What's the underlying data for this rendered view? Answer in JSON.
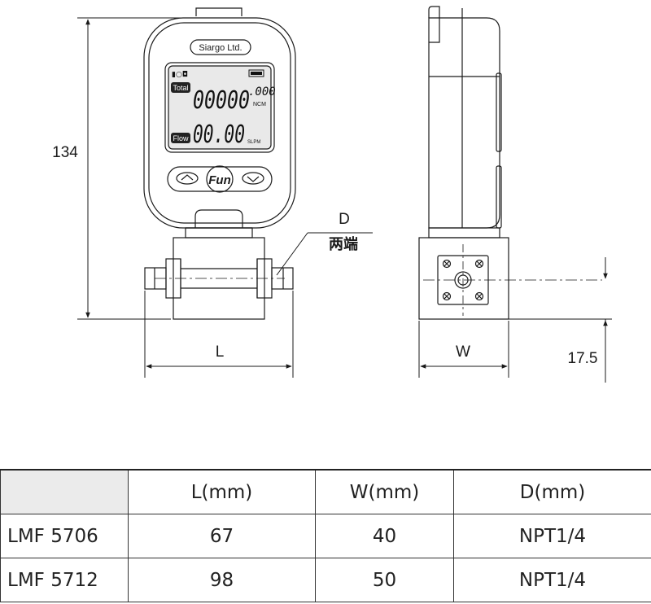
{
  "brand_label": "Siargo Ltd.",
  "lcd": {
    "total_label": "Total",
    "total_value": "00000",
    "total_decimal": ".000",
    "total_unit": "NCM",
    "flow_label": "Flow",
    "flow_value": "00.00",
    "flow_unit": "SLPM"
  },
  "button_label": "Fun",
  "dimensions": {
    "height": "134",
    "length": "L",
    "width": "W",
    "port": "D",
    "port_note": "两端",
    "offset": "17.5"
  },
  "table": {
    "headers": [
      "",
      "L(mm)",
      "W(mm)",
      "D(mm)"
    ],
    "rows": [
      {
        "model": "LMF 5706",
        "L": "67",
        "W": "40",
        "D": "NPT1/4"
      },
      {
        "model": "LMF 5712",
        "L": "98",
        "W": "50",
        "D": "NPT1/4"
      }
    ]
  }
}
